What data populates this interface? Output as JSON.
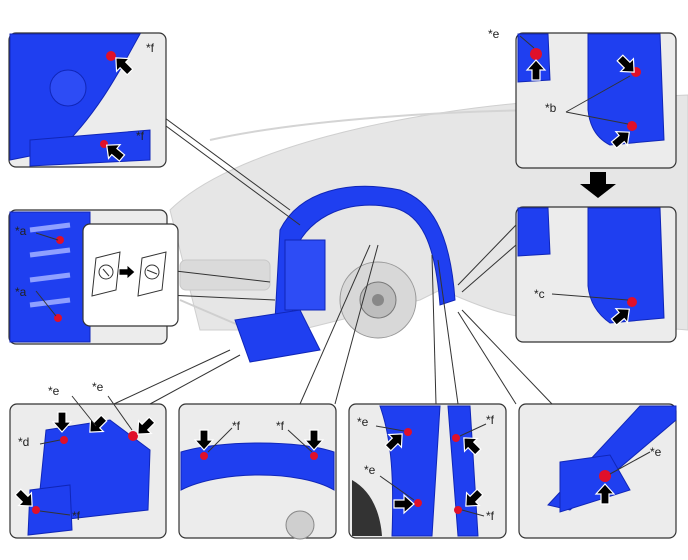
{
  "callouts": {
    "a": "*a",
    "b": "*b",
    "c": "*c",
    "d": "*d",
    "e": "*e",
    "f": "*f"
  },
  "colors": {
    "liner_blue": "#1f3ff0",
    "liner_dark": "#1026b8",
    "clip_red": "#e0102a",
    "panel_border": "#333333",
    "car_grey": "#e4e4e4"
  },
  "icons": {
    "arrow": "black-arrow-icon",
    "clip": "red-clip-marker-icon",
    "process_arrow": "down-arrow-icon"
  }
}
